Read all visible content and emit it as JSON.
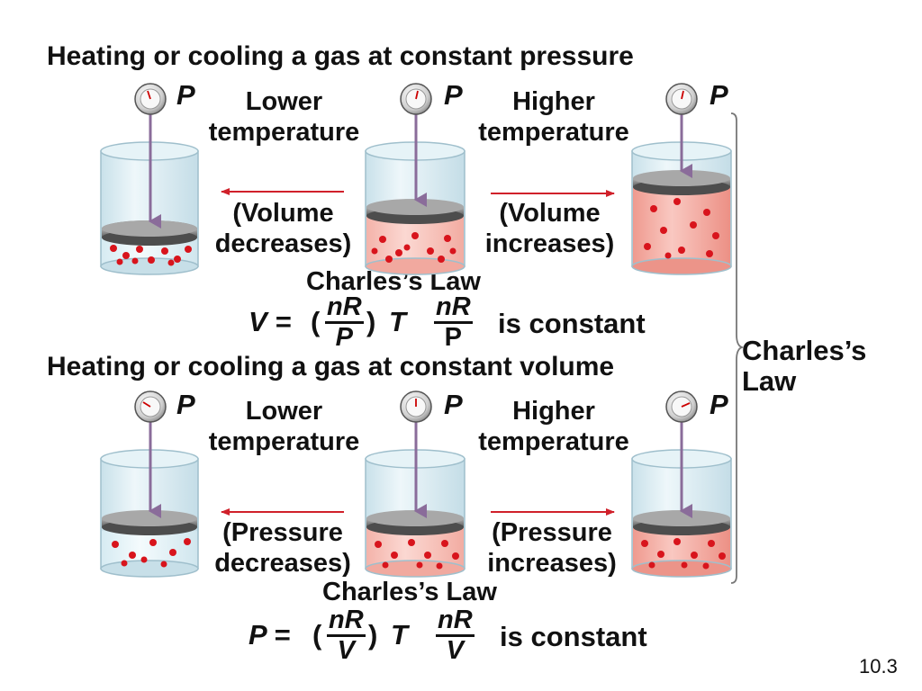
{
  "top": {
    "title": "Heating or cooling a gas at constant pressure",
    "lower_temp": [
      "Lower",
      "temperature"
    ],
    "higher_temp": [
      "Higher",
      "temperature"
    ],
    "left_change": [
      "(Volume",
      "decreases)"
    ],
    "right_change": [
      "(Volume",
      "increases)"
    ],
    "law_name": "Charles’s Law",
    "eq_lhs": "V =",
    "eq_num": "nR",
    "eq_den": "P",
    "eq_var": "T",
    "const_num": "nR",
    "const_den": "P",
    "const_text": "is constant"
  },
  "bottom": {
    "title": "Heating or cooling a gas at constant volume",
    "lower_temp": [
      "Lower",
      "temperature"
    ],
    "higher_temp": [
      "Higher",
      "temperature"
    ],
    "left_change": [
      "(Pressure",
      "decreases)"
    ],
    "right_change": [
      "(Pressure",
      "increases)"
    ],
    "law_name": "Charles’s Law",
    "eq_lhs": "P =",
    "eq_num": "nR",
    "eq_den": "V",
    "eq_var": "T",
    "const_num": "nR",
    "const_den": "V",
    "const_text": "is constant"
  },
  "gauge_label": "P",
  "brace_label": [
    "Charles’s",
    "Law"
  ],
  "slide_number": "10.3",
  "colors": {
    "arrow_red": "#d0202a",
    "rod": "#8a6c9a",
    "glass": "#dcecf2",
    "warm_gas": "#f7c4bc",
    "molecule": "#d8141c"
  }
}
